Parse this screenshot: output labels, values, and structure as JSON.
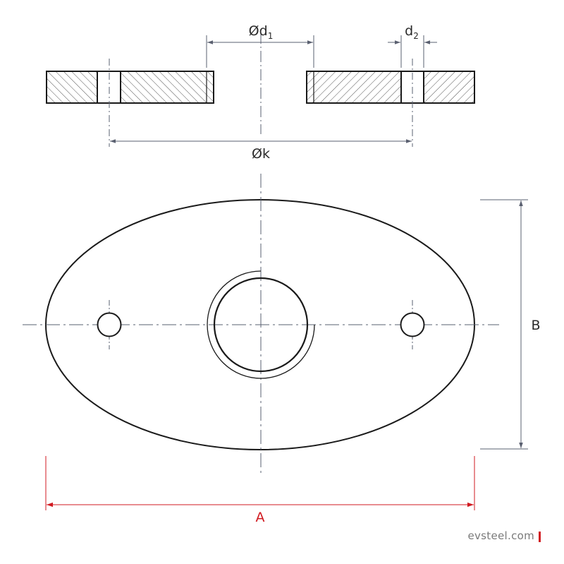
{
  "dimensions": {
    "d1": {
      "symbol": "Ød",
      "sub": "1"
    },
    "d2": {
      "symbol": "d",
      "sub": "2"
    },
    "k": "Øk",
    "b": "B",
    "a": "A"
  },
  "brand": {
    "text": "evsteel.com",
    "accent": "#d11a20"
  },
  "colors": {
    "outline": "#1a1a1a",
    "dimension": "#5a6070",
    "accent": "#d11a20"
  }
}
